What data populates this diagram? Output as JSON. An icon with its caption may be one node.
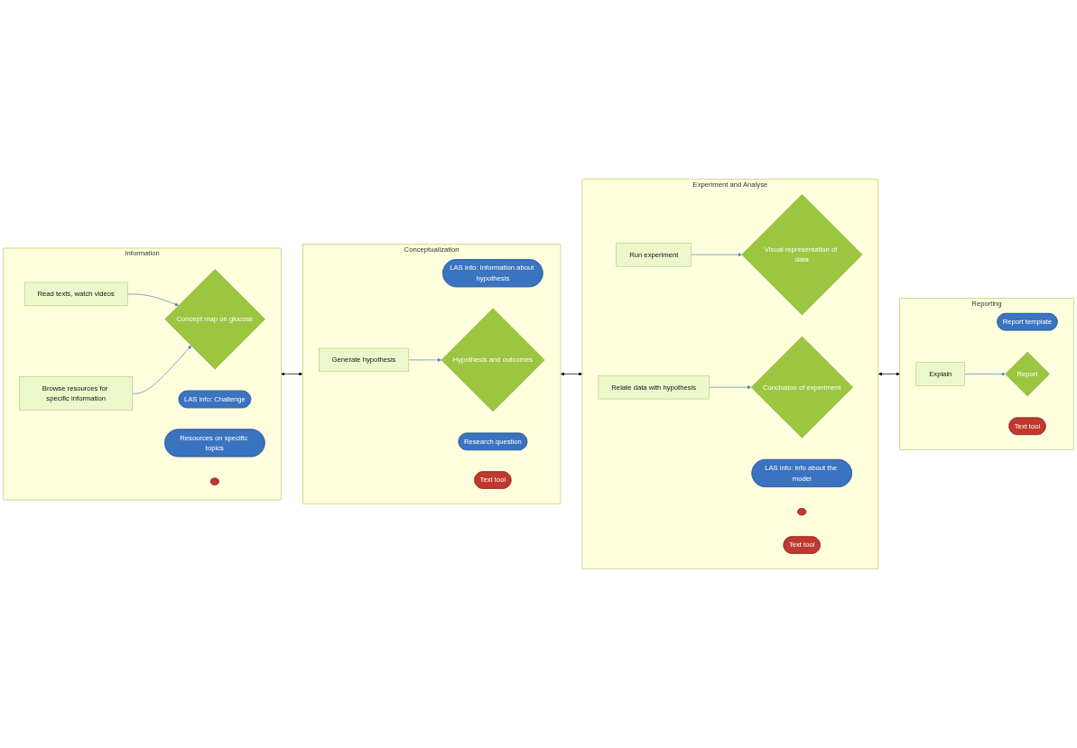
{
  "diagram": {
    "nodes": [
      {
        "text": [
          "Information"
        ]
      },
      {
        "text": [
          "Read texts, watch videos"
        ],
        "in": 0
      },
      {
        "text": [
          "LAS info: Challenge"
        ],
        "in": 0
      },
      {
        "text": [
          "Browse resources for specific information"
        ],
        "in": 0
      },
      {
        "text": [
          "Resources on specific topics"
        ],
        "in": 0
      },
      {
        "text": [
          "Concept map on glucose"
        ],
        "in": 0
      },
      {
        "text": [],
        "shape": "ellipse",
        "in": 0
      },
      {
        "text": [
          "Experiment and Analyse"
        ]
      },
      {
        "text": [
          "Run experiment"
        ],
        "in": 7
      },
      {
        "text": [
          "LAS info: info about the model"
        ],
        "in": 7
      },
      {
        "text": [],
        "shape": "ellipse",
        "in": 7
      },
      {
        "text": [
          "Relate data with hypothesis"
        ],
        "in": 7
      },
      {
        "text": [
          "Visual representation of data"
        ],
        "in": 7
      },
      {
        "text": [
          "Text tool"
        ],
        "in": 7
      },
      {
        "text": [
          "Conclusion of experiment"
        ],
        "in": 7
      },
      {
        "text": [
          "Conceptualization"
        ]
      },
      {
        "text": [
          "LAS info: Information about hypothesis"
        ],
        "in": 15
      },
      {
        "text": [
          "Research question"
        ],
        "in": 15
      },
      {
        "text": [
          "Generate hypothesis"
        ],
        "in": 15
      },
      {
        "text": [
          "Text tool"
        ],
        "in": 15
      },
      {
        "text": [
          "Hypothesis and outcomes"
        ],
        "in": 15
      },
      {
        "text": [
          "Reporting"
        ]
      },
      {
        "text": [
          "Report template"
        ],
        "in": 21
      },
      {
        "text": [
          "Explain"
        ],
        "in": 21
      },
      {
        "text": [
          "Text tool"
        ],
        "in": 21
      },
      {
        "text": [
          "Report"
        ],
        "in": 21
      }
    ],
    "edges": [
      {
        "from": 1,
        "to": 5,
        "arrow": "to"
      },
      {
        "from": 3,
        "to": 5,
        "arrow": "to"
      },
      {
        "from": 0,
        "to": 15,
        "arrow": "both",
        "color": "#000000"
      },
      {
        "from": 15,
        "to": 7,
        "arrow": "both",
        "color": "#000000"
      },
      {
        "from": 8,
        "to": 12,
        "arrow": "to"
      },
      {
        "from": 11,
        "to": 14,
        "arrow": "to"
      },
      {
        "from": 7,
        "to": 21,
        "arrow": "both",
        "color": "#000000"
      },
      {
        "from": 18,
        "to": 20,
        "arrow": "to"
      },
      {
        "from": 23,
        "to": 25,
        "arrow": "to"
      }
    ]
  }
}
